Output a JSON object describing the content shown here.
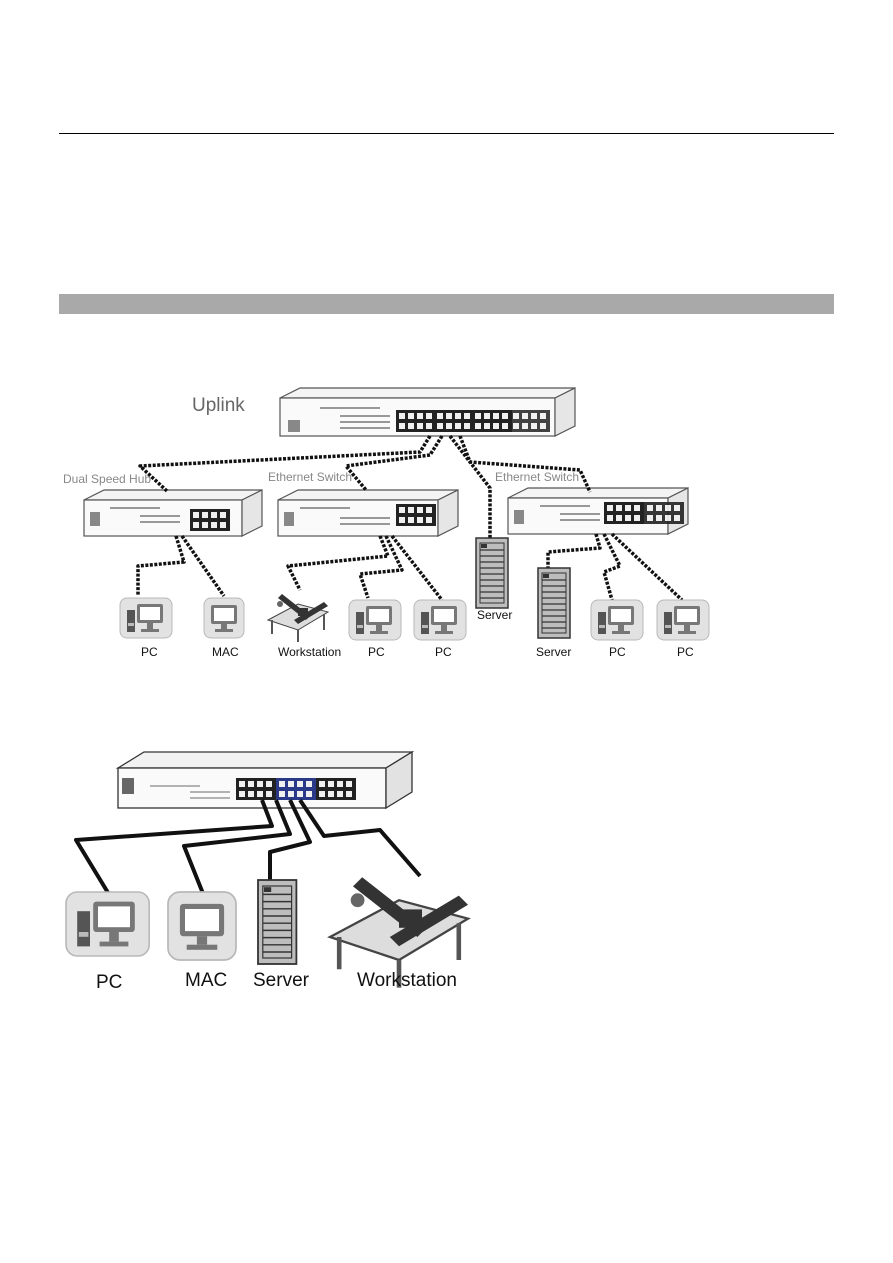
{
  "diagram1": {
    "title": "Uplink",
    "devices": {
      "left": "Dual Speed Hub",
      "middle": "Ethernet Switch",
      "right": "Ethernet Switch"
    },
    "endpoints": {
      "pc1": "PC",
      "mac": "MAC",
      "workstation": "Workstation",
      "pc2": "PC",
      "pc3": "PC",
      "server_upper": "Server",
      "server_lower": "Server",
      "pc4": "PC",
      "pc5": "PC"
    }
  },
  "diagram2": {
    "endpoints": {
      "pc": "PC",
      "mac": "MAC",
      "server": "Server",
      "workstation": "Workstation"
    }
  }
}
